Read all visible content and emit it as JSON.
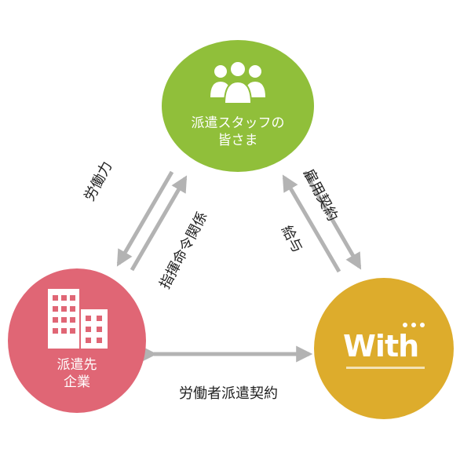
{
  "nodes": {
    "staff": {
      "line1": "派遣スタッフの",
      "line2": "皆さま",
      "icon": "people-icon",
      "color": "#90bf3a"
    },
    "client": {
      "line1": "派遣先",
      "line2": "企業",
      "icon": "building-icon",
      "color": "#e06675"
    },
    "with": {
      "logo": "With",
      "icon": "with-logo",
      "color": "#ddac2c"
    }
  },
  "edges": {
    "labor": "労働力",
    "command": "指揮命令関係",
    "employment": "雇用契約",
    "salary": "給与",
    "dispatch": "労働者派遣契約"
  },
  "colors": {
    "arrow": "#b3b3b3",
    "text": "#222222"
  }
}
